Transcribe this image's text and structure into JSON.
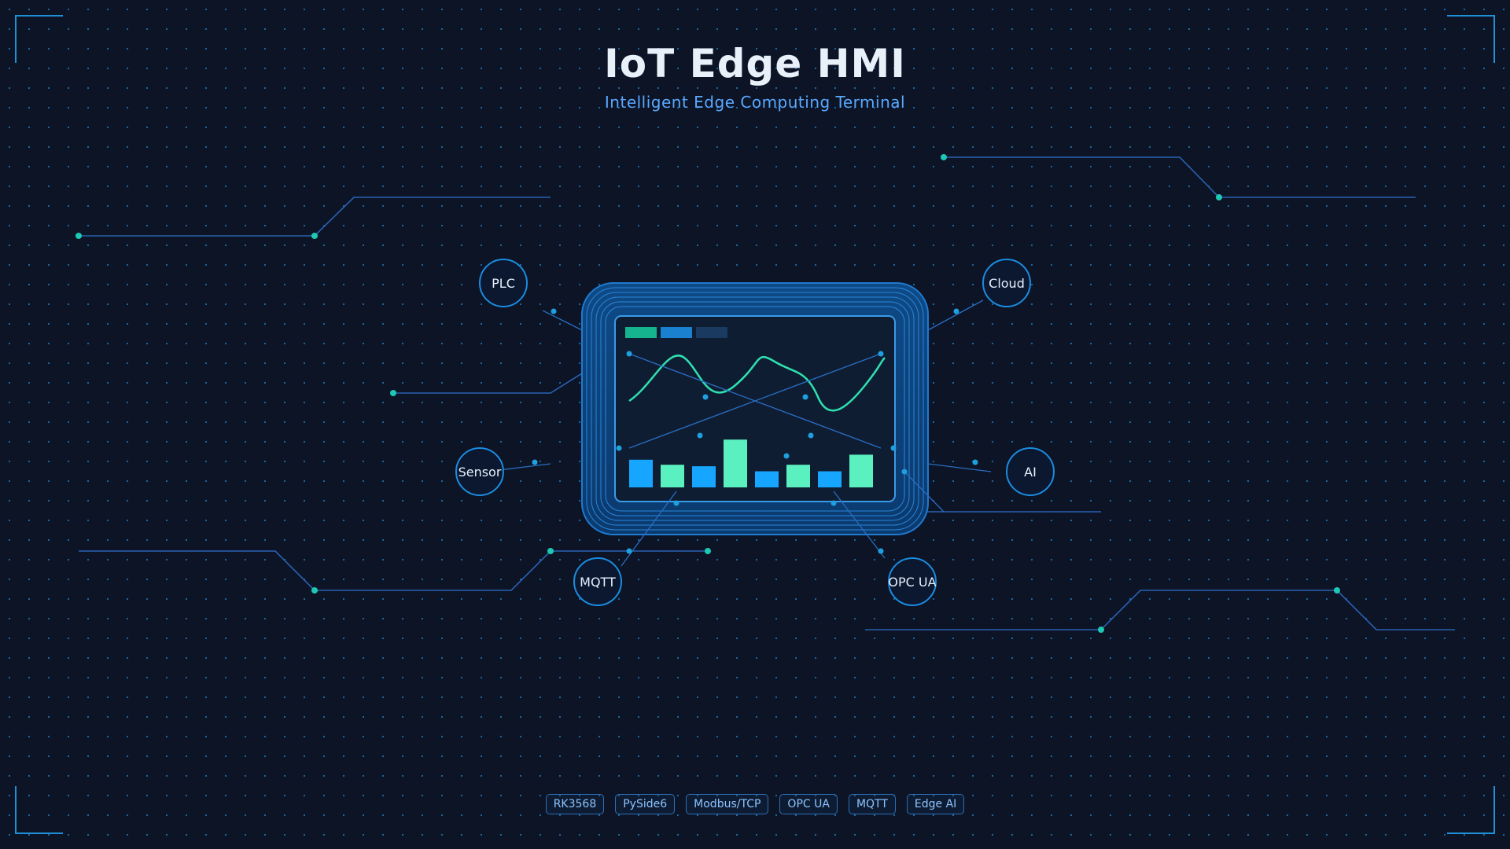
{
  "header": {
    "title": "IoT Edge HMI",
    "subtitle": "Intelligent Edge Computing Terminal"
  },
  "nodes": [
    {
      "id": "plc",
      "label": "PLC"
    },
    {
      "id": "cloud",
      "label": "Cloud"
    },
    {
      "id": "sensor",
      "label": "Sensor"
    },
    {
      "id": "ai",
      "label": "AI"
    },
    {
      "id": "mqtt",
      "label": "MQTT"
    },
    {
      "id": "opcua",
      "label": "OPC UA"
    }
  ],
  "screen": {
    "bars": [
      0.55,
      0.45,
      0.42,
      0.95,
      0.32,
      0.45,
      0.32,
      0.65
    ]
  },
  "tags": [
    "RK3568",
    "PySide6",
    "Modbus/TCP",
    "OPC UA",
    "MQTT",
    "Edge AI"
  ],
  "colors": {
    "background": "#0c1426",
    "accent": "#1ec8b4",
    "line": "#2f6cc0",
    "node": "#1b6ab8"
  }
}
